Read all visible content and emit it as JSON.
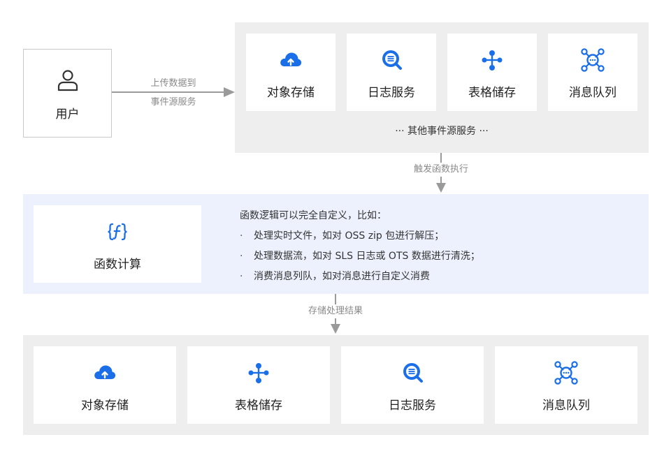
{
  "user": {
    "label": "用户",
    "icon": "user-icon"
  },
  "arrow_upload": {
    "line1": "上传数据到",
    "line2": "事件源服务"
  },
  "event_sources": {
    "cards": [
      {
        "label": "对象存储",
        "icon": "cloud-upload-icon"
      },
      {
        "label": "日志服务",
        "icon": "log-search-icon"
      },
      {
        "label": "表格储存",
        "icon": "table-store-icon"
      },
      {
        "label": "消息队列",
        "icon": "message-queue-icon"
      }
    ],
    "other_label": "··· 其他事件源服务 ···"
  },
  "arrow_trigger": {
    "label": "触发函数执行"
  },
  "function_compute": {
    "label": "函数计算",
    "icon": "function-braces-icon",
    "description_title": "函数逻辑可以完全自定义，比如：",
    "bullets": [
      "处理实时文件，如对 OSS zip 包进行解压；",
      "处理数据流，如对 SLS 日志或 OTS 数据进行清洗；",
      "消费消息列队，如对消息进行自定义消费"
    ],
    "bullet_mark": "·"
  },
  "arrow_store": {
    "label": "存储处理结果"
  },
  "result_targets": {
    "cards": [
      {
        "label": "对象存储",
        "icon": "cloud-upload-icon"
      },
      {
        "label": "表格储存",
        "icon": "table-store-icon"
      },
      {
        "label": "日志服务",
        "icon": "log-search-icon"
      },
      {
        "label": "消息队列",
        "icon": "message-queue-icon"
      }
    ]
  },
  "colors": {
    "accent": "#1a6fe8",
    "panel_grey": "#eeeeee",
    "panel_blue": "#edf1fd",
    "arrow": "#9a9a9a"
  }
}
